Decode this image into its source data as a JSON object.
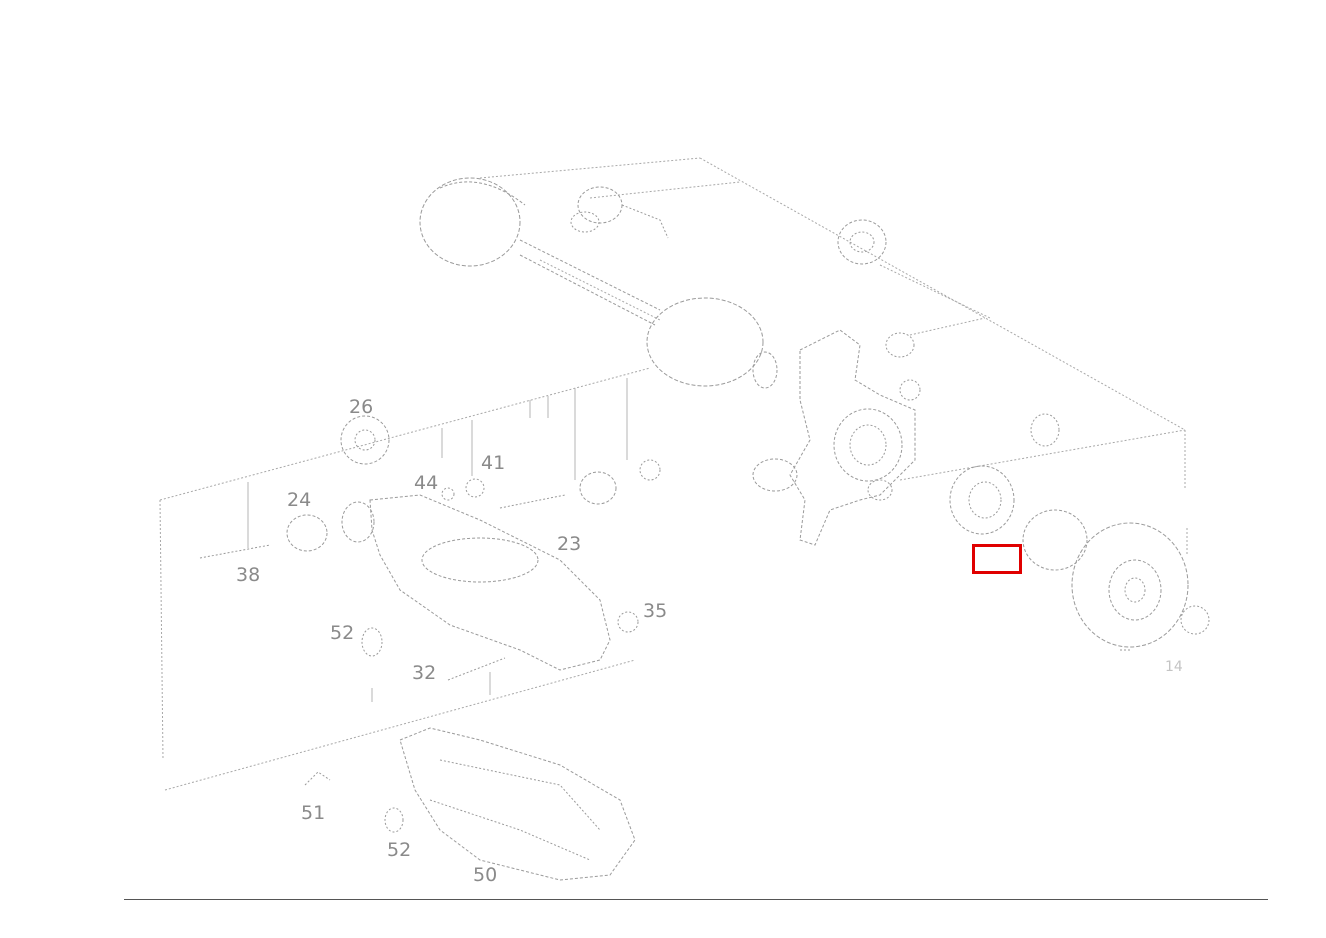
{
  "diagram": {
    "callouts": [
      {
        "id": "c26",
        "text": "26"
      },
      {
        "id": "c41",
        "text": "41"
      },
      {
        "id": "c44",
        "text": "44"
      },
      {
        "id": "c24",
        "text": "24"
      },
      {
        "id": "c23",
        "text": "23"
      },
      {
        "id": "c38",
        "text": "38"
      },
      {
        "id": "c35",
        "text": "35"
      },
      {
        "id": "c52a",
        "text": "52"
      },
      {
        "id": "c32",
        "text": "32"
      },
      {
        "id": "c51",
        "text": "51"
      },
      {
        "id": "c52b",
        "text": "52"
      },
      {
        "id": "c50",
        "text": "50"
      },
      {
        "id": "c14",
        "text": "14"
      }
    ],
    "highlight_color": "#e00000",
    "line_color": "#9a9a9a"
  }
}
